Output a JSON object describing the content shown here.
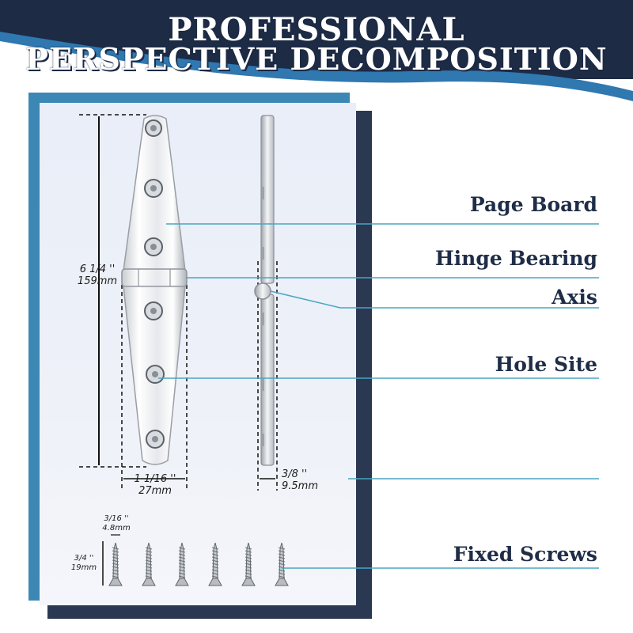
{
  "header": {
    "title_line1": "PROFESSIONAL",
    "title_line2": "PERSPECTIVE DECOMPOSITION"
  },
  "colors": {
    "navy": "#1d2b45",
    "wave_blue": "#2f78b0",
    "panel_blue": "#3d87b4",
    "panel_navy": "#2b3852",
    "callout_line": "#4aa6c2"
  },
  "callouts": {
    "page_board": "Page Board",
    "hinge_bearing": "Hinge Bearing",
    "axis": "Axis",
    "hole_site": "Hole Site",
    "fixed_screws": "Fixed Screws"
  },
  "dimensions": {
    "height_in": "6 1/4 ''",
    "height_mm": "159mm",
    "width_in": "1 1/16 ''",
    "width_mm": "27mm",
    "thickness_in": "3/8 ''",
    "thickness_mm": "9.5mm",
    "screw_dia_in": "3/16 ''",
    "screw_dia_mm": "4.8mm",
    "screw_len_in": "3/4 ''",
    "screw_len_mm": "19mm"
  },
  "screws": {
    "count": 6
  }
}
